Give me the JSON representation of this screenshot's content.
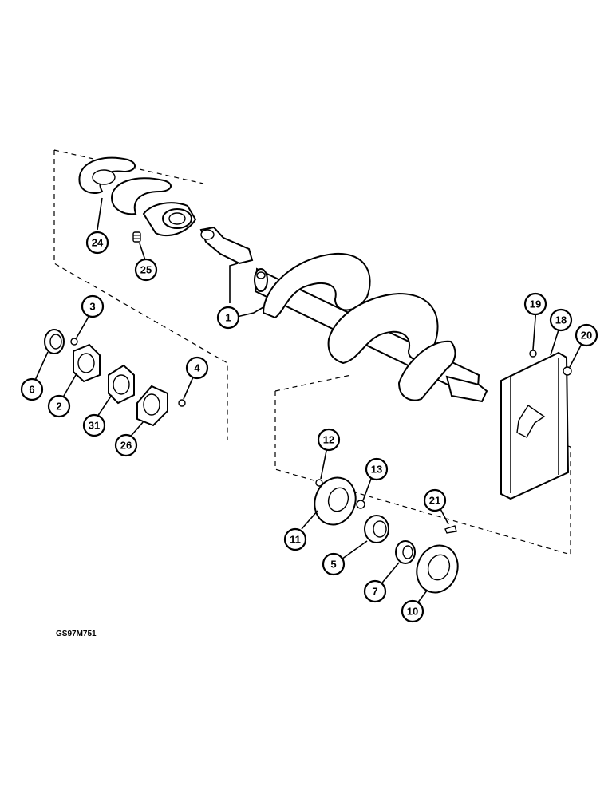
{
  "figure": {
    "reference_code": "GS97M751"
  },
  "callouts": [
    {
      "id": "c1",
      "label": "1"
    },
    {
      "id": "c2",
      "label": "2"
    },
    {
      "id": "c3",
      "label": "3"
    },
    {
      "id": "c4",
      "label": "4"
    },
    {
      "id": "c5",
      "label": "5"
    },
    {
      "id": "c6",
      "label": "6"
    },
    {
      "id": "c7",
      "label": "7"
    },
    {
      "id": "c10",
      "label": "10"
    },
    {
      "id": "c11",
      "label": "11"
    },
    {
      "id": "c12",
      "label": "12"
    },
    {
      "id": "c13",
      "label": "13"
    },
    {
      "id": "c18",
      "label": "18"
    },
    {
      "id": "c19",
      "label": "19"
    },
    {
      "id": "c20",
      "label": "20"
    },
    {
      "id": "c21",
      "label": "21"
    },
    {
      "id": "c24",
      "label": "24"
    },
    {
      "id": "c25",
      "label": "25"
    },
    {
      "id": "c26",
      "label": "26"
    },
    {
      "id": "c31",
      "label": "31"
    }
  ]
}
